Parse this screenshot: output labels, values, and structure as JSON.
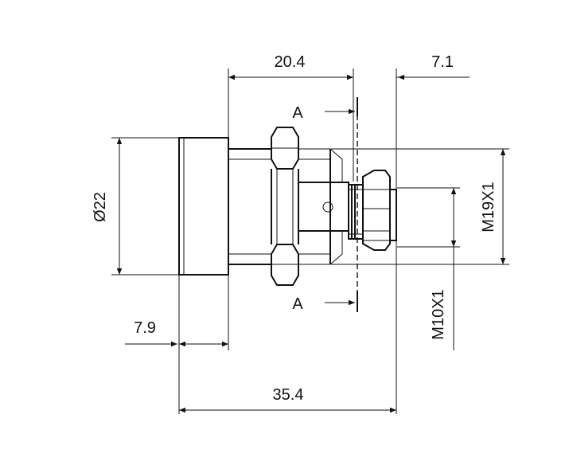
{
  "dimensions": {
    "top_left": "20.4",
    "top_right": "7.1",
    "diameter": "Ø22",
    "left_small": "7.9",
    "overall": "35.4",
    "thread_large": "M19X1",
    "thread_small": "M10X1"
  },
  "section": {
    "top_label": "A",
    "bottom_label": "A"
  },
  "colors": {
    "line": "#111111",
    "background": "#ffffff"
  }
}
